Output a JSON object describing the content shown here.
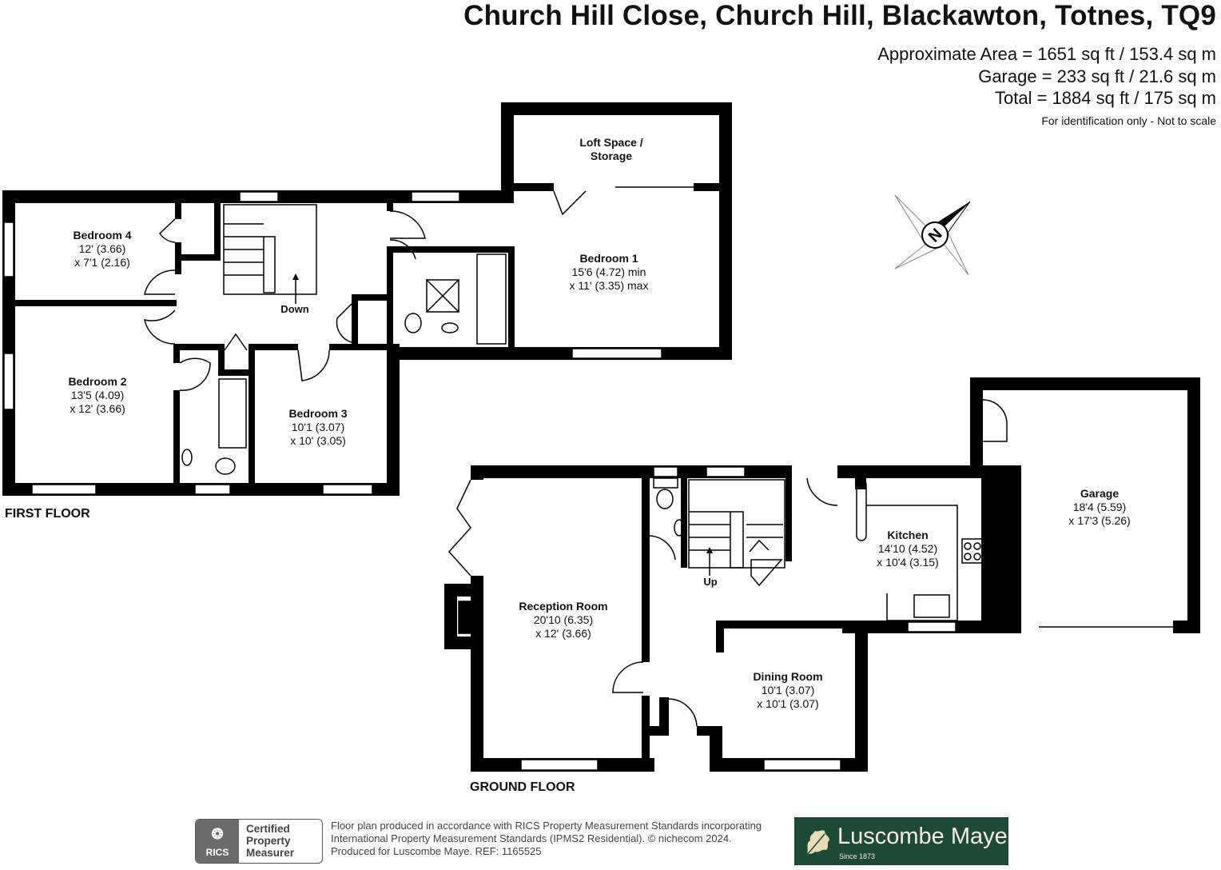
{
  "header": {
    "title": "Church Hill Close, Church Hill, Blackawton, Totnes, TQ9",
    "approx_area": "Approximate Area = 1651 sq ft / 153.4 sq m",
    "garage_area": "Garage = 233 sq ft / 21.6 sq m",
    "total_area": "Total = 1884 sq ft / 175 sq m",
    "disclaimer": "For identification only - Not to scale"
  },
  "first_floor": {
    "label": "FIRST FLOOR",
    "rooms": {
      "loft": {
        "name": "Loft Space /",
        "name2": "Storage"
      },
      "bedroom4": {
        "name": "Bedroom 4",
        "dim1": "12' (3.66)",
        "dim2": "x 7'1 (2.16)"
      },
      "bedroom1": {
        "name": "Bedroom 1",
        "dim1": "15'6 (4.72) min",
        "dim2": "x 11' (3.35) max"
      },
      "bedroom2": {
        "name": "Bedroom 2",
        "dim1": "13'5 (4.09)",
        "dim2": "x 12' (3.66)"
      },
      "bedroom3": {
        "name": "Bedroom 3",
        "dim1": "10'1 (3.07)",
        "dim2": "x 10' (3.05)"
      }
    },
    "stairs_label": "Down"
  },
  "ground_floor": {
    "label": "GROUND FLOOR",
    "rooms": {
      "reception": {
        "name": "Reception Room",
        "dim1": "20'10 (6.35)",
        "dim2": "x 12' (3.66)"
      },
      "kitchen": {
        "name": "Kitchen",
        "dim1": "14'10 (4.52)",
        "dim2": "x 10'4 (3.15)"
      },
      "dining": {
        "name": "Dining Room",
        "dim1": "10'1 (3.07)",
        "dim2": "x 10'1 (3.07)"
      },
      "garage": {
        "name": "Garage",
        "dim1": "18'4 (5.59)",
        "dim2": "x 17'3 (5.26)"
      }
    },
    "stairs_label": "Up"
  },
  "compass": {
    "letter": "N"
  },
  "footer": {
    "line1": "Floor plan produced in accordance with RICS Property Measurement Standards incorporating",
    "line2": "International Property Measurement Standards (IPMS2 Residential).   © nichecom 2024.",
    "line3": "Produced for Luscombe Maye.   REF:  1165525",
    "rics_badge": {
      "left": "RICS",
      "line1": "Certified",
      "line2": "Property",
      "line3": "Measurer"
    },
    "agent": {
      "name": "Luscombe Maye",
      "since": "Since 1873",
      "color": "#1e4a35",
      "icon": "oak-leaf-icon"
    }
  }
}
